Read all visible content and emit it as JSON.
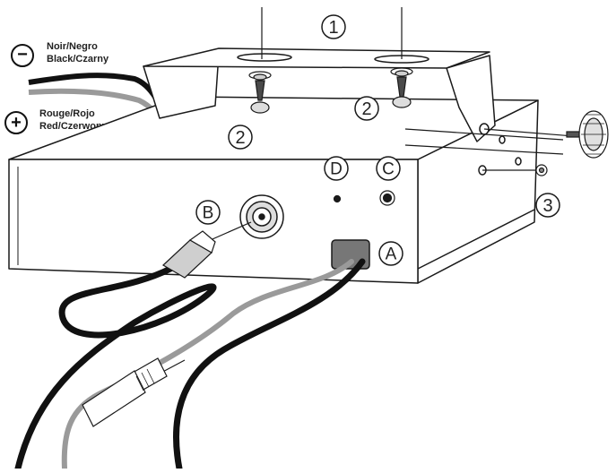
{
  "legend": {
    "negative": {
      "sign": "−",
      "line1": "Noir/Negro",
      "line2": "Black/Czarny"
    },
    "positive": {
      "sign": "+",
      "line1": "Rouge/Rojo",
      "line2": "Red/Czerwony"
    }
  },
  "callouts": {
    "bracket": "1",
    "screw_left": "2",
    "screw_right": "2",
    "washer": "3",
    "power_socket": "A",
    "antenna_socket": "B",
    "jack_c": "C",
    "jack_d": "D"
  },
  "colors": {
    "line": "#1a1a1a",
    "cable_black": "#111111",
    "cable_gray": "#9a9a9a",
    "panel_fill": "#ffffff",
    "socket_fill": "#777777"
  }
}
